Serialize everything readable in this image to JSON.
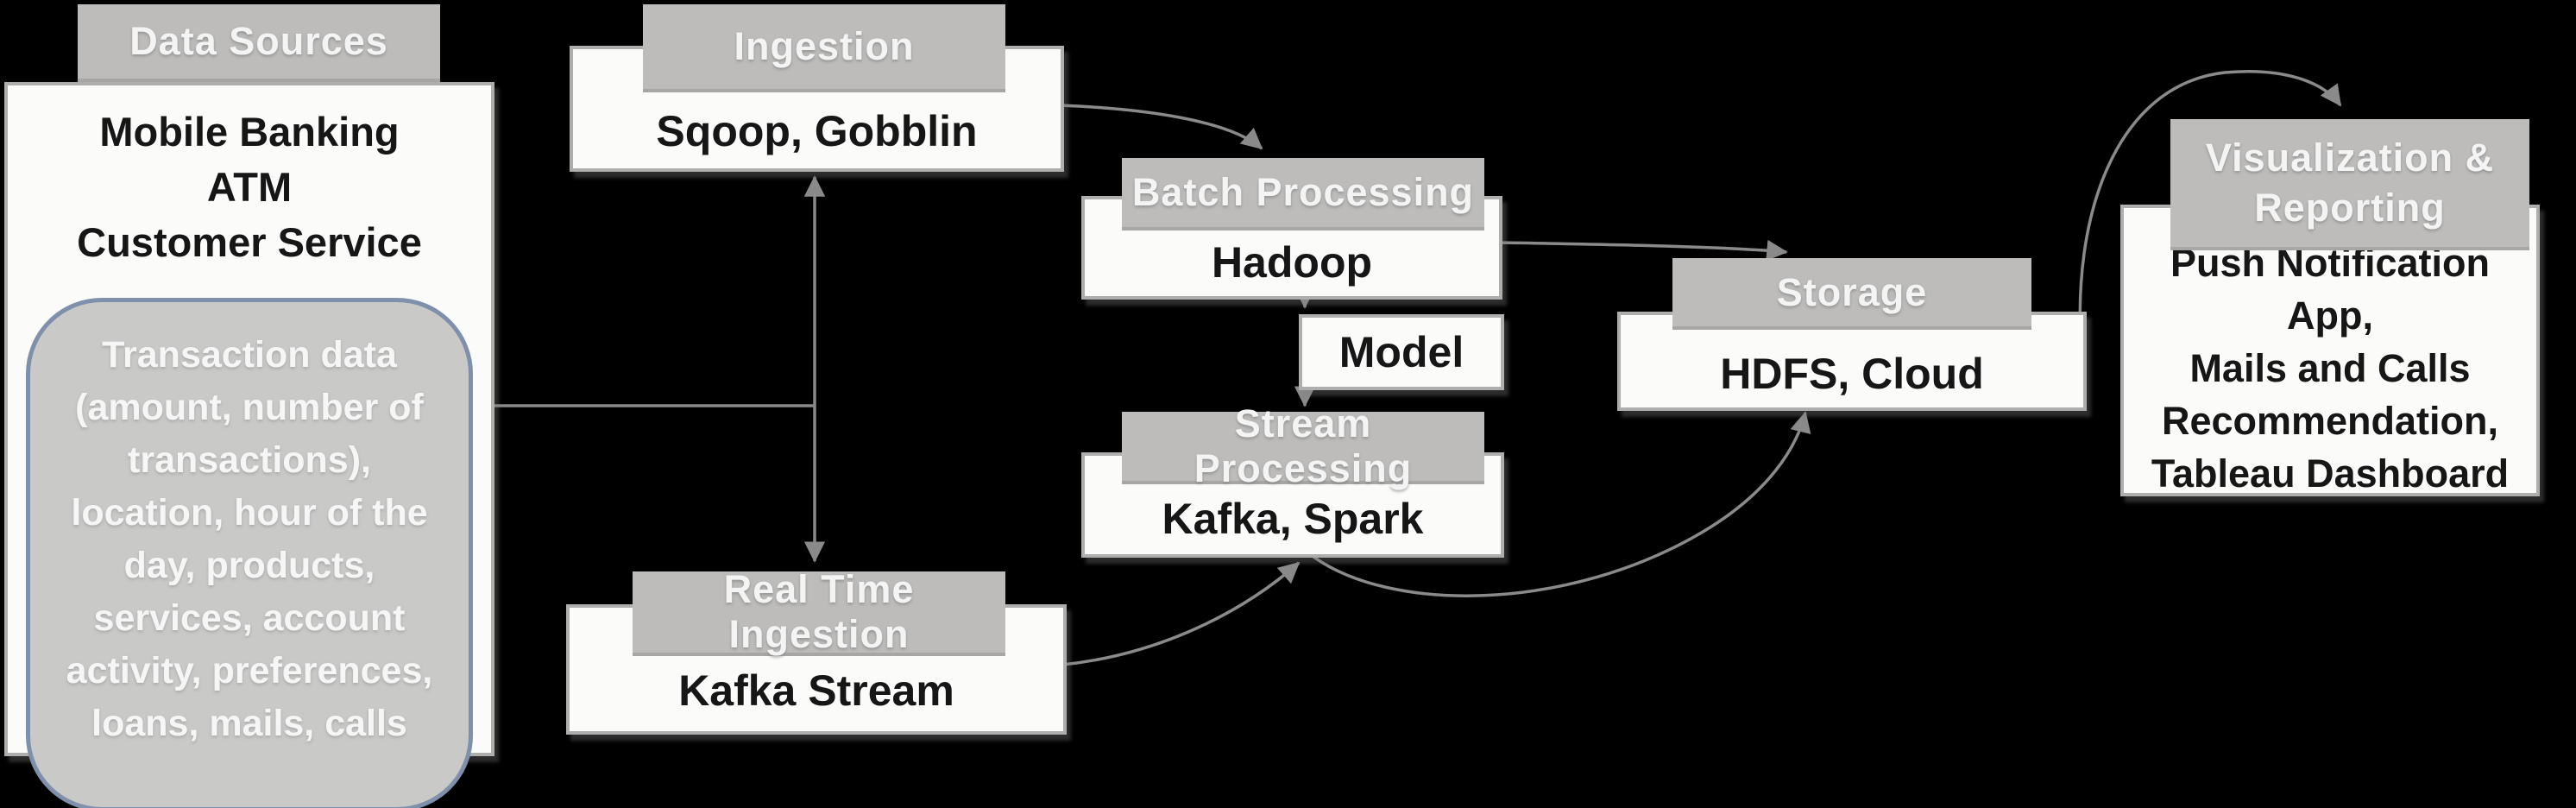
{
  "diagram": {
    "title_semantic": "big-data-banking-pipeline",
    "colors": {
      "background": "#000000",
      "header_bg": "#bdbcba",
      "header_text": "#f4f4f4",
      "box_bg": "#fbfbfa",
      "box_border": "#aeaeac",
      "box_text": "#161616",
      "rounded_bg": "#c9c9c7",
      "rounded_border": "#7e90ac",
      "rounded_text": "#f6f6f6",
      "connector": "#8a8a8a"
    },
    "nodes": {
      "data_sources": {
        "header": "Data Sources",
        "items": [
          "Mobile Banking",
          "ATM",
          "Customer Service"
        ],
        "items_text": "Mobile Banking\nATM\nCustomer Service",
        "detail_text": "Transaction data\n(amount, number of\ntransactions),\nlocation, hour of the\nday, products,\nservices, account\nactivity, preferences,\nloans, mails, calls"
      },
      "ingestion": {
        "header": "Ingestion",
        "body": "Sqoop, Gobblin"
      },
      "real_time_ingestion": {
        "header": "Real Time Ingestion",
        "body": "Kafka Stream"
      },
      "batch_processing": {
        "header": "Batch Processing",
        "body": "Hadoop"
      },
      "model": {
        "body": "Model"
      },
      "stream_processing": {
        "header": "Stream Processing",
        "body": "Kafka, Spark"
      },
      "storage": {
        "header": "Storage",
        "body": "HDFS, Cloud"
      },
      "visualization_reporting": {
        "header_text": "Visualization &\nReporting",
        "body_text": "Push Notification App,\nMails and Calls\nRecommendation,\nTableau Dashboard"
      }
    },
    "edges": [
      "data_sources -> ingestion",
      "data_sources -> real_time_ingestion",
      "ingestion -> batch_processing",
      "batch_processing -> model",
      "model -> stream_processing",
      "batch_processing -> storage",
      "real_time_ingestion -> stream_processing",
      "stream_processing -> storage",
      "storage -> visualization_reporting"
    ]
  }
}
